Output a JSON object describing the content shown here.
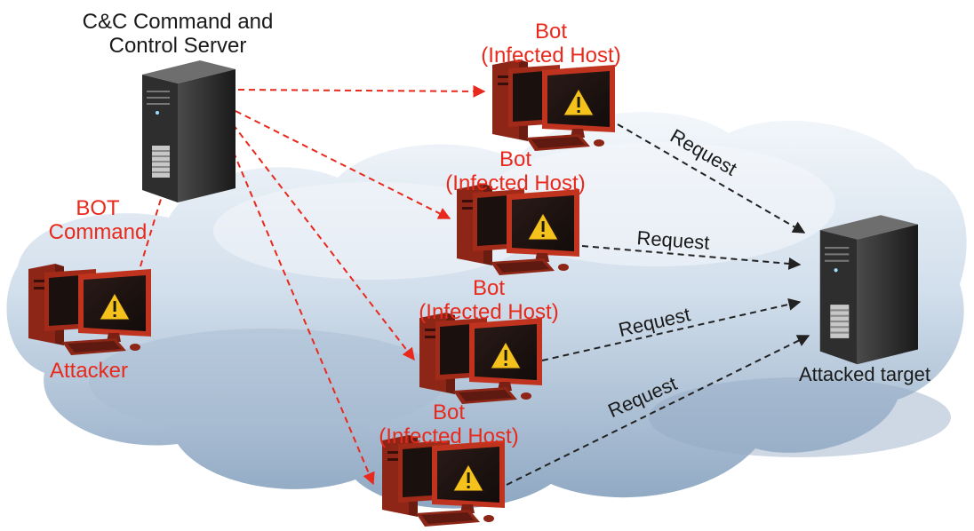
{
  "labels": {
    "cc_server": "C&C Command and\nControl Server",
    "attacked_target": "Attacked target",
    "bot_command": "BOT\nCommand",
    "attacker": "Attacker",
    "bot_label": "Bot\n(Infected Host)",
    "request": "Request"
  },
  "colors": {
    "command_arrow": "#e8291c",
    "request_arrow": "#222222",
    "bot_text": "#e8291c",
    "computer_body": "#b5321f",
    "cloud": "#c9d9ea"
  },
  "icons": [
    "server-icon",
    "infected-computer-icon",
    "warning-icon",
    "cloud-icon"
  ]
}
